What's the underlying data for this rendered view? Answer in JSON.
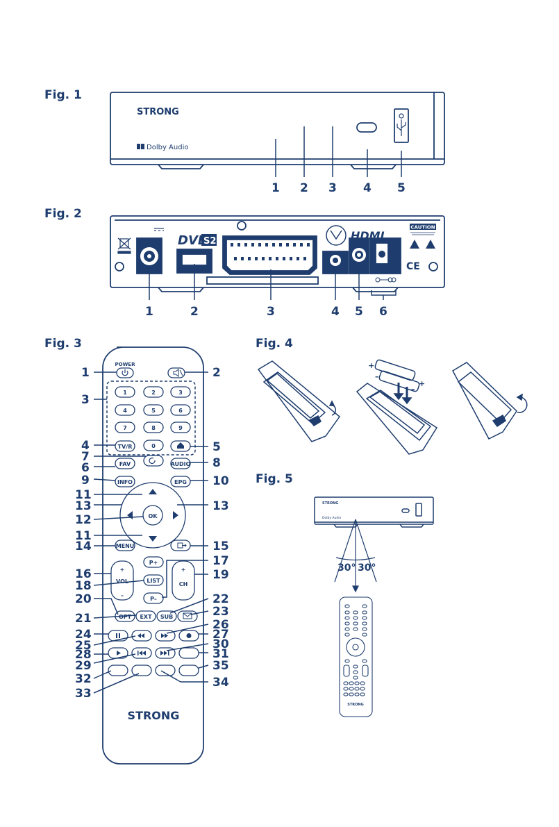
{
  "figures": {
    "fig1": "Fig. 1",
    "fig2": "Fig. 2",
    "fig3": "Fig. 3",
    "fig4": "Fig. 4",
    "fig5": "Fig. 5"
  },
  "fig1": {
    "brand": "STRONG",
    "dolby": "Dolby Audio",
    "callouts": [
      "1",
      "2",
      "3",
      "4",
      "5"
    ]
  },
  "fig2": {
    "dvb": "DVB",
    "dvb_s2": "S2",
    "hdmi": "HDMI",
    "caution": "CAUTION",
    "ce": "CE",
    "callouts": [
      "1",
      "2",
      "3",
      "4",
      "5",
      "6"
    ]
  },
  "fig3": {
    "brand": "STRONG",
    "power": "POWER",
    "keys": {
      "n1": "1",
      "n2": "2",
      "n3": "3",
      "n4": "4",
      "n5": "5",
      "n6": "6",
      "n7": "7",
      "n8": "8",
      "n9": "9",
      "n0": "0",
      "tvr": "TV/R",
      "fav": "FAV",
      "audio": "AUDIO",
      "info": "INFO",
      "epg": "EPG",
      "ok": "OK",
      "menu": "MENU",
      "pplus": "P+",
      "pminus": "P–",
      "list": "LIST",
      "vplus": "+",
      "vol": "VOL",
      "vminus": "–",
      "chplus": "+",
      "ch": "CH",
      "opt": "OPT",
      "ext": "EXT",
      "sub": "SUB"
    },
    "callouts_left": [
      "1",
      "3",
      "4",
      "7",
      "6",
      "9",
      "11",
      "13",
      "12",
      "11",
      "14",
      "16",
      "18",
      "20",
      "21",
      "24",
      "25",
      "28",
      "29",
      "32",
      "33"
    ],
    "callouts_right": [
      "2",
      "5",
      "8",
      "10",
      "13",
      "15",
      "17",
      "19",
      "22",
      "23",
      "26",
      "27",
      "30",
      "31",
      "35",
      "34"
    ]
  },
  "fig4": {
    "plus_a": "+",
    "minus_a": "–",
    "plus_b": "+",
    "minus_b": "–"
  },
  "fig5": {
    "brand": "STRONG",
    "dolby": "Dolby Audio",
    "angle_left": "30°",
    "angle_right": "30°",
    "remote_brand": "STRONG"
  }
}
